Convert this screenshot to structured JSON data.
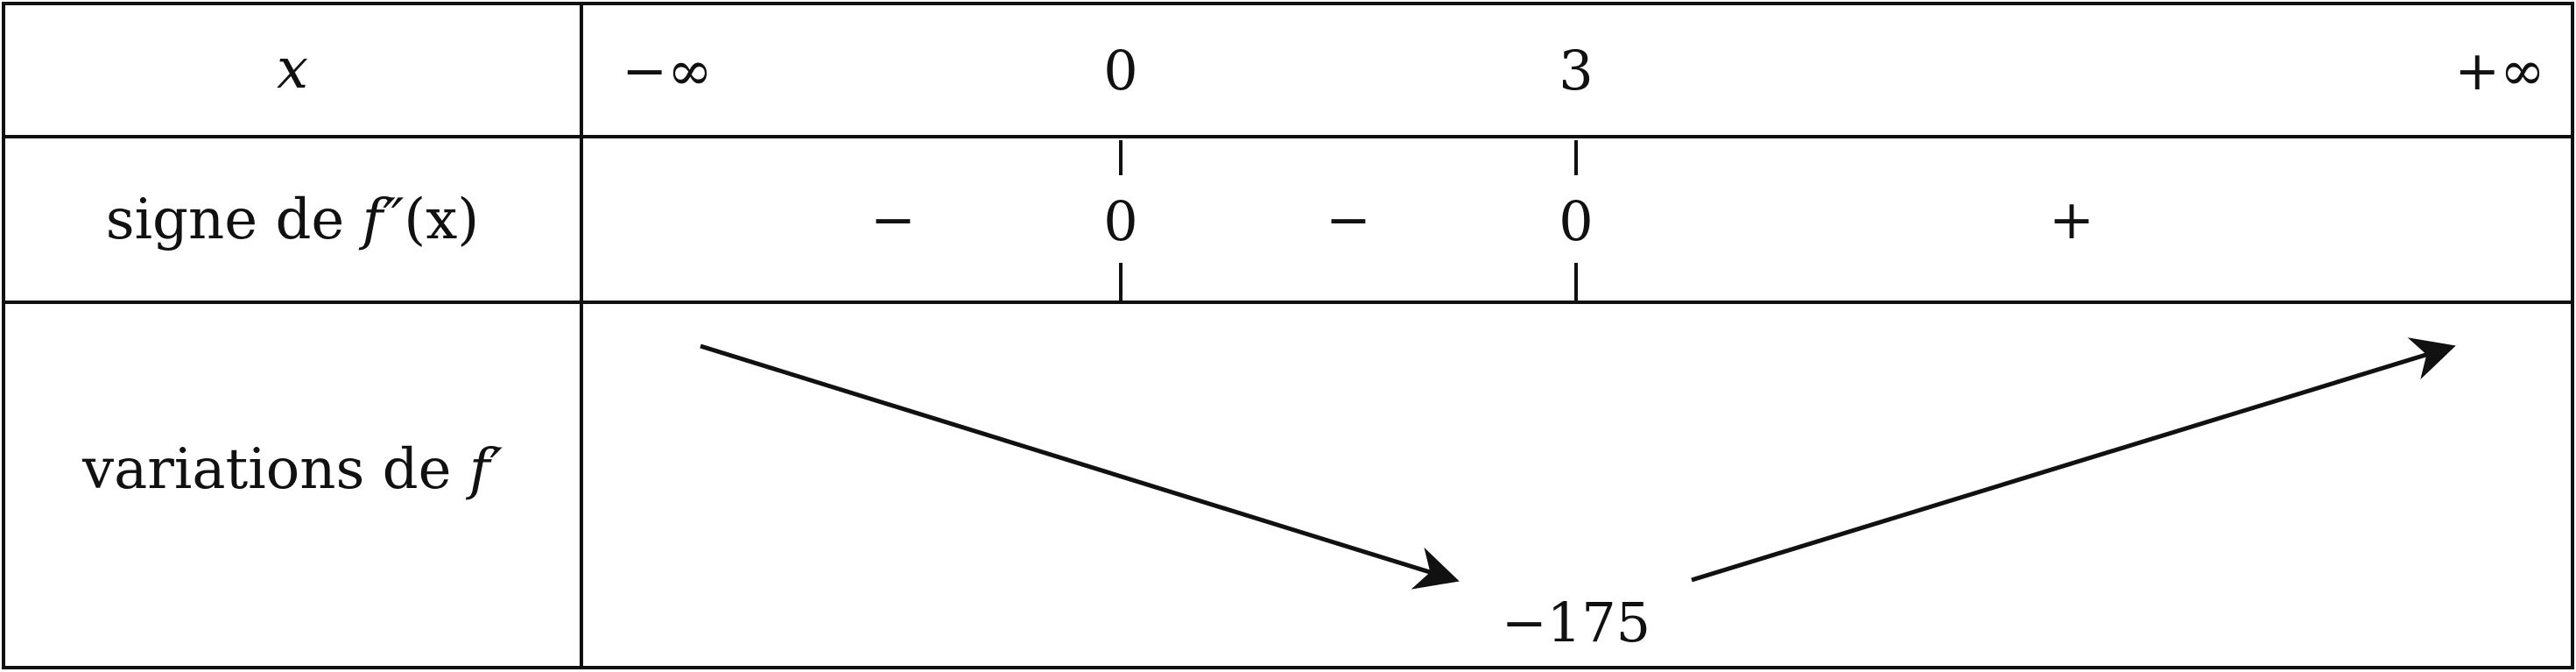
{
  "table": {
    "header_label": "x",
    "x_values": [
      "−∞",
      "0",
      "3",
      "+∞"
    ],
    "sign_row": {
      "label_prefix": "signe de ",
      "label_func": "f″",
      "label_arg": "(x)",
      "signs": [
        "−",
        "0",
        "−",
        "0",
        "+"
      ]
    },
    "variation_row": {
      "label_prefix": "variations de ",
      "label_func": "f′",
      "values": [
        "−175"
      ],
      "directions": [
        "decreasing",
        "increasing"
      ]
    }
  },
  "colors": {
    "ink": "#111111",
    "background": "#ffffff"
  }
}
